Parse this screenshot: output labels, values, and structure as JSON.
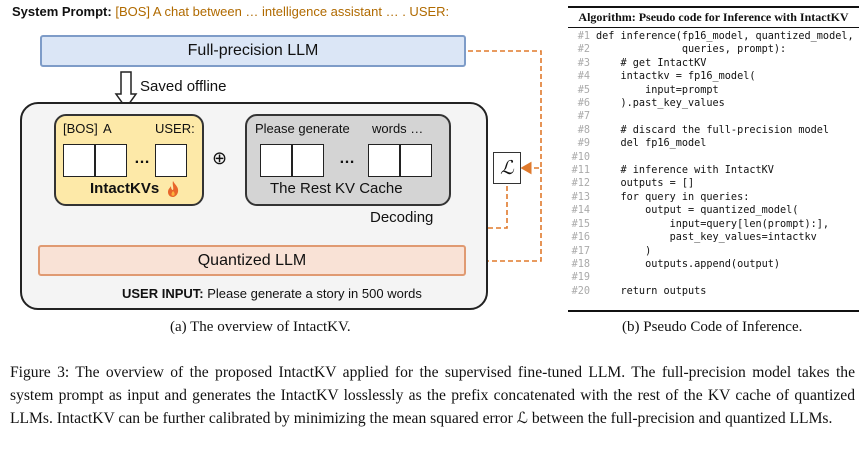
{
  "system_prompt": {
    "label": "System Prompt:",
    "text": "[BOS] A chat between … intelligence assistant … . USER:"
  },
  "overview": {
    "full_precision_llm": "Full-precision LLM",
    "saved_offline": "Saved offline",
    "intact_panel": {
      "tokens": [
        "[BOS]",
        "A",
        "USER:"
      ],
      "ellipsis": "…",
      "title": "IntactKVs",
      "fire_icon": "fire-icon"
    },
    "oplus": "⊕",
    "rest_panel": {
      "tokens": [
        "Please generate",
        "words …"
      ],
      "ellipsis": "…",
      "title": "The Rest KV Cache"
    },
    "decoding": "Decoding",
    "loss_symbol": "ℒ",
    "quantized_llm": "Quantized LLM",
    "user_input": {
      "label": "USER INPUT:",
      "text": "Please generate a story in 500 words"
    },
    "colors": {
      "fp_fill": "#dbe6f6",
      "fp_border": "#7e9cc8",
      "quant_fill": "#f9e2d6",
      "quant_border": "#e09a72",
      "intact_fill": "#fde9a8",
      "rest_fill": "#d4d4d4",
      "dashed_arrow": "#e07a2c"
    },
    "caption": "(a) The overview of IntactKV."
  },
  "algorithm": {
    "title": "Algorithm: Pseudo code for Inference with IntactKV",
    "lines": [
      {
        "n": "#1",
        "code": "def inference(fp16_model, quantized_model,"
      },
      {
        "n": "#2",
        "code": "              queries, prompt):"
      },
      {
        "n": "#3",
        "code": "    # get IntactKV"
      },
      {
        "n": "#4",
        "code": "    intactkv = fp16_model("
      },
      {
        "n": "#5",
        "code": "        input=prompt"
      },
      {
        "n": "#6",
        "code": "    ).past_key_values"
      },
      {
        "n": "#7",
        "code": ""
      },
      {
        "n": "#8",
        "code": "    # discard the full-precision model"
      },
      {
        "n": "#9",
        "code": "    del fp16_model"
      },
      {
        "n": "#10",
        "code": ""
      },
      {
        "n": "#11",
        "code": "    # inference with IntactKV"
      },
      {
        "n": "#12",
        "code": "    outputs = []"
      },
      {
        "n": "#13",
        "code": "    for query in queries:"
      },
      {
        "n": "#14",
        "code": "        output = quantized_model("
      },
      {
        "n": "#15",
        "code": "            input=query[len(prompt):],"
      },
      {
        "n": "#16",
        "code": "            past_key_values=intactkv"
      },
      {
        "n": "#17",
        "code": "        )"
      },
      {
        "n": "#18",
        "code": "        outputs.append(output)"
      },
      {
        "n": "#19",
        "code": ""
      },
      {
        "n": "#20",
        "code": "    return outputs"
      }
    ],
    "caption": "(b) Pseudo Code of Inference."
  },
  "figure_caption": "Figure 3: The overview of the proposed IntactKV applied for the supervised fine-tuned LLM. The full-precision model takes the system prompt as input and generates the IntactKV losslessly as the prefix concatenated with the rest of the KV cache of quantized LLMs. IntactKV can be further calibrated by minimizing the mean squared error ℒ between the full-precision and quantized LLMs."
}
